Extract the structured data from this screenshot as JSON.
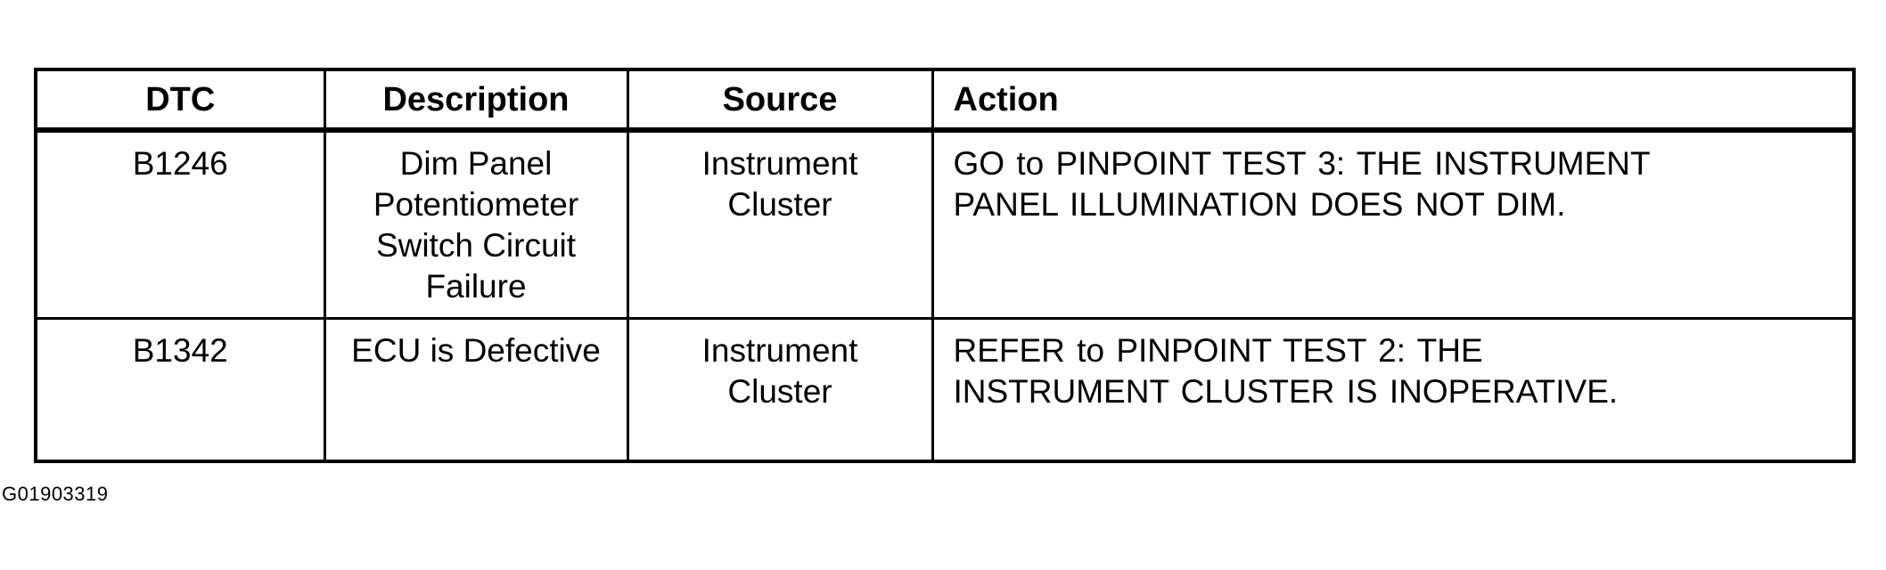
{
  "table": {
    "headers": {
      "dtc": "DTC",
      "description": "Description",
      "source": "Source",
      "action": "Action"
    },
    "rows": [
      {
        "dtc": "B1246",
        "description_lines": [
          "Dim Panel",
          "Potentiometer",
          "Switch Circuit",
          "Failure"
        ],
        "source_lines": [
          "Instrument",
          "Cluster"
        ],
        "action_lines": [
          "GO to PINPOINT TEST 3: THE INSTRUMENT",
          "PANEL ILLUMINATION DOES NOT DIM."
        ]
      },
      {
        "dtc": "B1342",
        "description_lines": [
          "ECU is Defective"
        ],
        "source_lines": [
          "Instrument",
          "Cluster"
        ],
        "action_lines": [
          "REFER to PINPOINT TEST 2:  THE",
          "INSTRUMENT CLUSTER IS INOPERATIVE."
        ]
      }
    ]
  },
  "figure_id": "G01903319"
}
